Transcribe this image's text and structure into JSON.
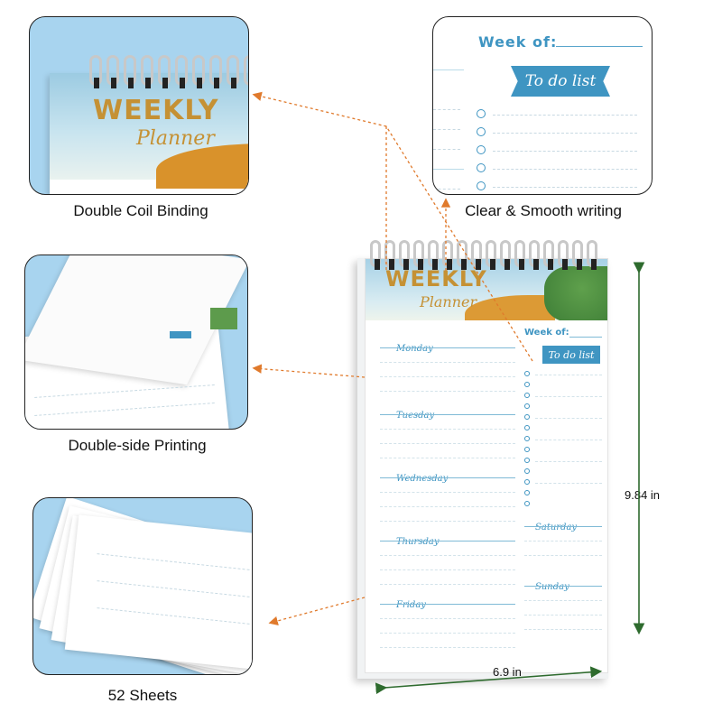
{
  "features": {
    "coil_caption": "Double Coil Binding",
    "writing_caption": "Clear & Smooth writing",
    "printing_caption": "Double-side Printing",
    "sheets_caption": "52 Sheets"
  },
  "planner": {
    "title": "WEEKLY",
    "subtitle": "Planner",
    "week_label": "Week of:",
    "todo_label": "To do list",
    "days": [
      "Monday",
      "Tuesday",
      "Wednesday",
      "Thursday",
      "Friday",
      "Saturday",
      "Sunday"
    ]
  },
  "dimensions": {
    "height": "9.84 in",
    "width": "6.9 in"
  },
  "colors": {
    "accent": "#3f95c2",
    "gold": "#c59134",
    "arrow": "#e07a2c",
    "dimension": "#2e6b2e",
    "panel_bg": "#a8d4ef"
  }
}
